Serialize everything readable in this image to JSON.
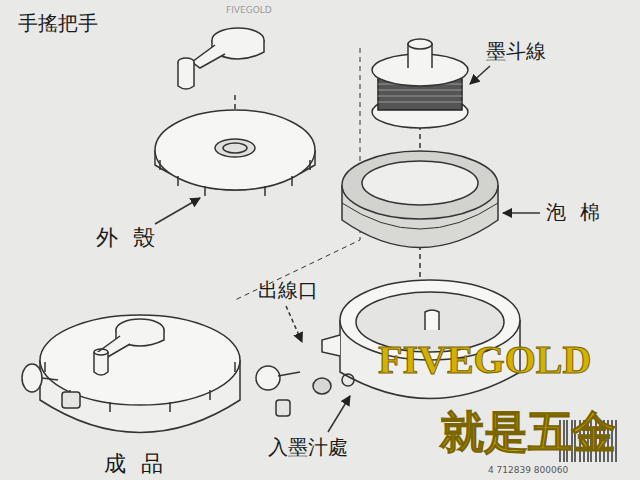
{
  "diagram": {
    "labels": [
      "手搖把手",
      "FIVEGOLD",
      "墨斗線",
      "泡 棉",
      "外 殼",
      "出線口",
      "入墨汁處",
      "成 品",
      "FIVEGOLD",
      "就是五金",
      "4 712839 800060"
    ]
  }
}
